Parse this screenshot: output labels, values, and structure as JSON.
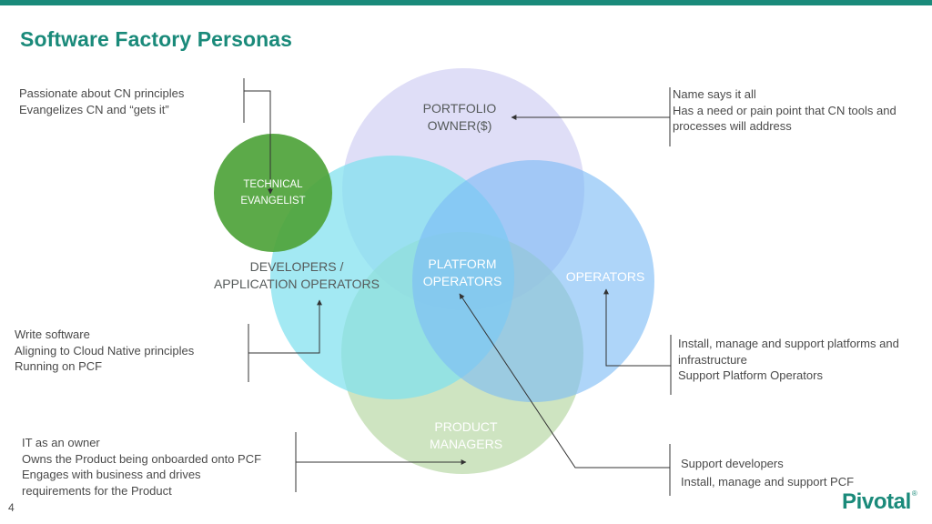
{
  "title": "Software Factory Personas",
  "page_number": "4",
  "logo": "Pivotal",
  "circles": {
    "technical_evangelist": [
      "TECHNICAL",
      "EVANGELIST"
    ],
    "portfolio_owner": [
      "PORTFOLIO",
      "OWNER($)"
    ],
    "developers": [
      "DEVELOPERS /",
      "APPLICATION OPERATORS"
    ],
    "operators": [
      "OPERATORS"
    ],
    "platform_operators": [
      "PLATFORM",
      "OPERATORS"
    ],
    "product_managers": [
      "PRODUCT",
      "MANAGERS"
    ]
  },
  "notes": {
    "evangelist": [
      "Passionate about CN principles",
      "Evangelizes CN and “gets it”"
    ],
    "portfolio": [
      "Name says it all",
      "Has a need or pain point that CN tools and",
      "processes will address"
    ],
    "developers": [
      "Write software",
      "Aligning to Cloud Native principles",
      "Running on PCF"
    ],
    "operators": [
      "Install, manage and support platforms and",
      "infrastructure",
      "Support Platform Operators"
    ],
    "product": [
      "IT as an owner",
      "Owns the Product being onboarded onto PCF",
      "Engages with business and drives",
      "requirements for the Product"
    ],
    "platform": [
      "Support developers",
      "Install, manage and support PCF"
    ]
  },
  "colors": {
    "accent": "#1a8a7a",
    "portfolio_circle": "#dcdaf6",
    "developers_circle": "#8fe3f0",
    "operators_circle": "#8ec6f7",
    "product_circle": "#b9d9a6",
    "evangelist_circle": "#5aa744"
  }
}
